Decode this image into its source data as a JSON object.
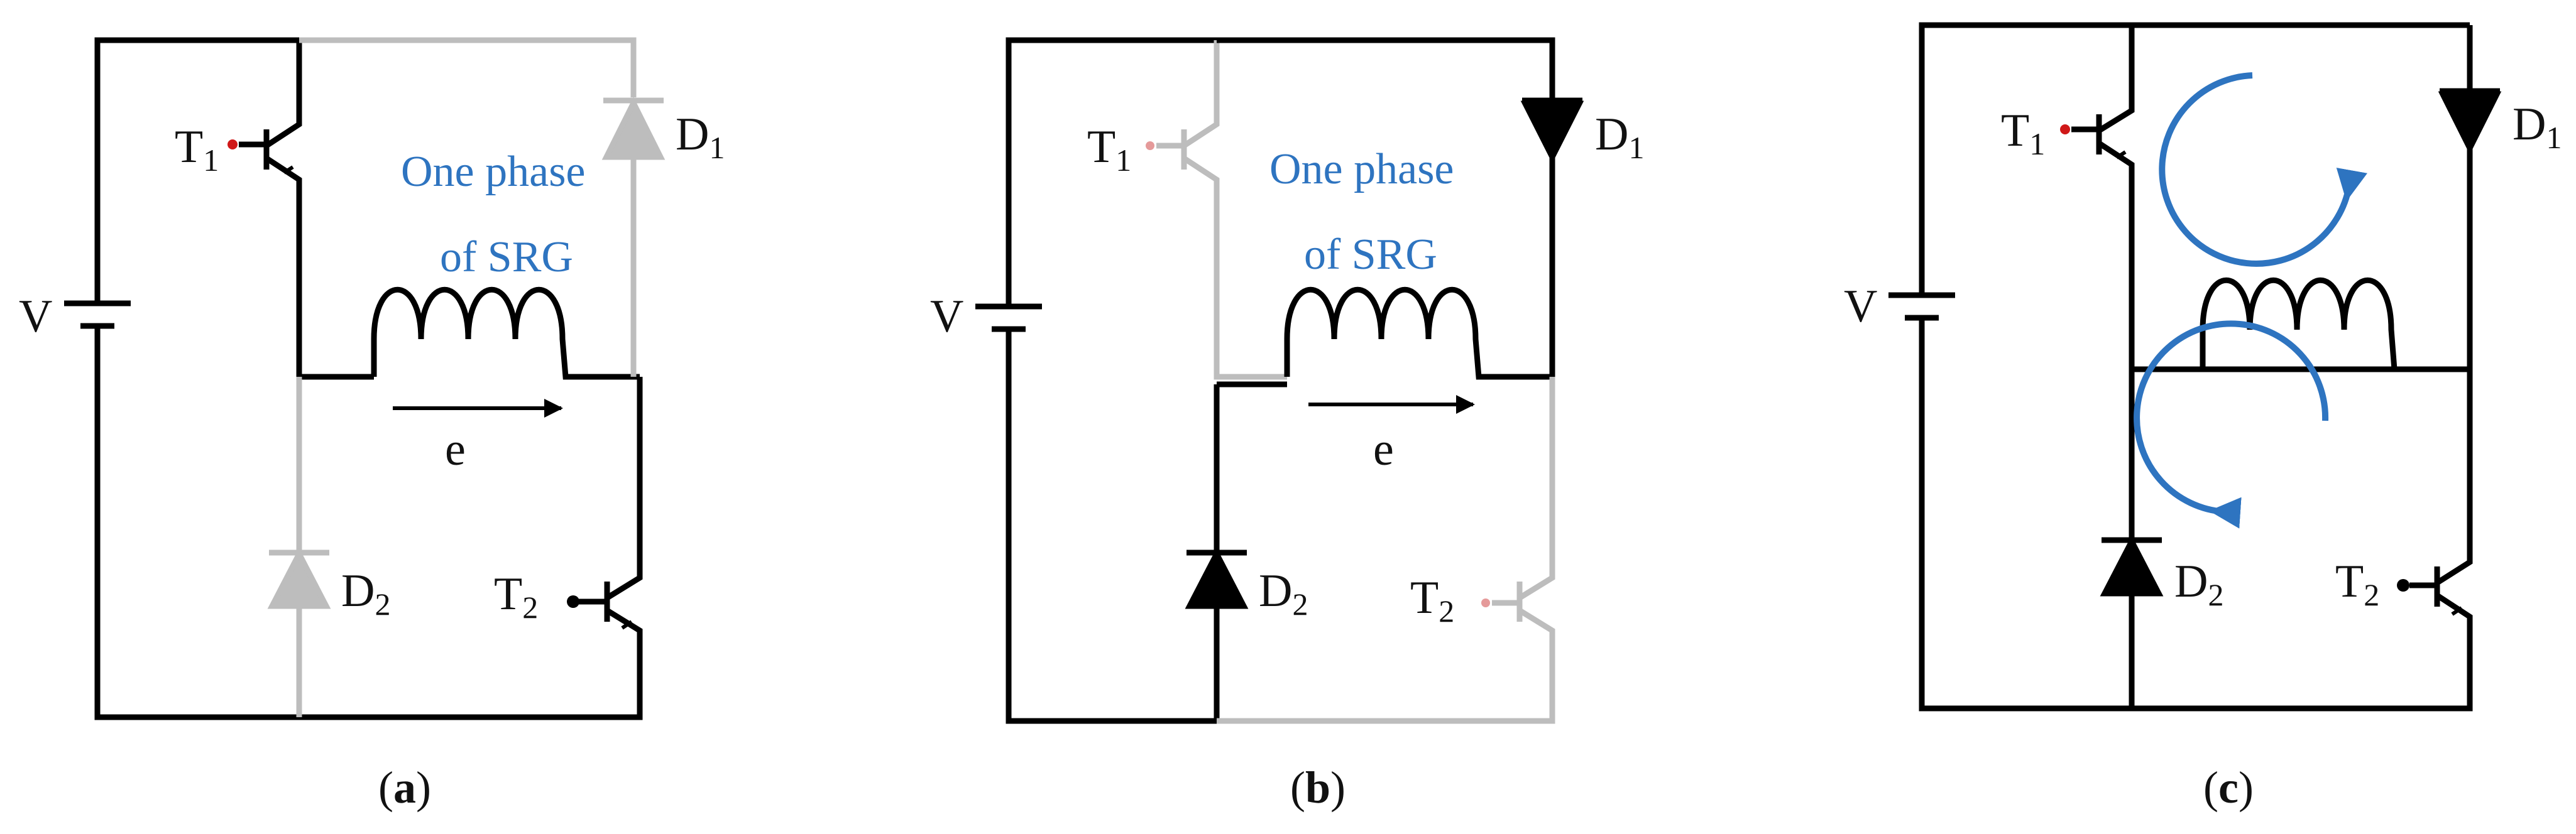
{
  "colors": {
    "active": "#000000",
    "inactive": "#bdbdbd",
    "annotation": "#2e74c0",
    "gate_dot": "#d01818"
  },
  "panels": [
    {
      "id": "a",
      "source_label": "V",
      "t1": {
        "main": "T",
        "sub": "1"
      },
      "t2": {
        "main": "T",
        "sub": "2"
      },
      "d1": {
        "main": "D",
        "sub": "1"
      },
      "d2": {
        "main": "D",
        "sub": "2"
      },
      "annotation_line1": "One phase",
      "annotation_line2": "of SRG",
      "arrow_label": "e",
      "caption": {
        "open": "(",
        "letter": "a",
        "close": ")"
      },
      "state": {
        "T1": "on",
        "T2": "on",
        "D1": "off",
        "D2": "off"
      }
    },
    {
      "id": "b",
      "source_label": "V",
      "t1": {
        "main": "T",
        "sub": "1"
      },
      "t2": {
        "main": "T",
        "sub": "2"
      },
      "d1": {
        "main": "D",
        "sub": "1"
      },
      "d2": {
        "main": "D",
        "sub": "2"
      },
      "annotation_line1": "One phase",
      "annotation_line2": "of SRG",
      "arrow_label": "e",
      "caption": {
        "open": "(",
        "letter": "b",
        "close": ")"
      },
      "state": {
        "T1": "off",
        "T2": "off",
        "D1": "on",
        "D2": "on"
      }
    },
    {
      "id": "c",
      "source_label": "V",
      "t1": {
        "main": "T",
        "sub": "1"
      },
      "t2": {
        "main": "T",
        "sub": "2"
      },
      "d1": {
        "main": "D",
        "sub": "1"
      },
      "d2": {
        "main": "D",
        "sub": "2"
      },
      "caption": {
        "open": "(",
        "letter": "c",
        "close": ")"
      },
      "state": {
        "T1": "on",
        "T2": "on",
        "D1": "on",
        "D2": "on"
      }
    }
  ]
}
